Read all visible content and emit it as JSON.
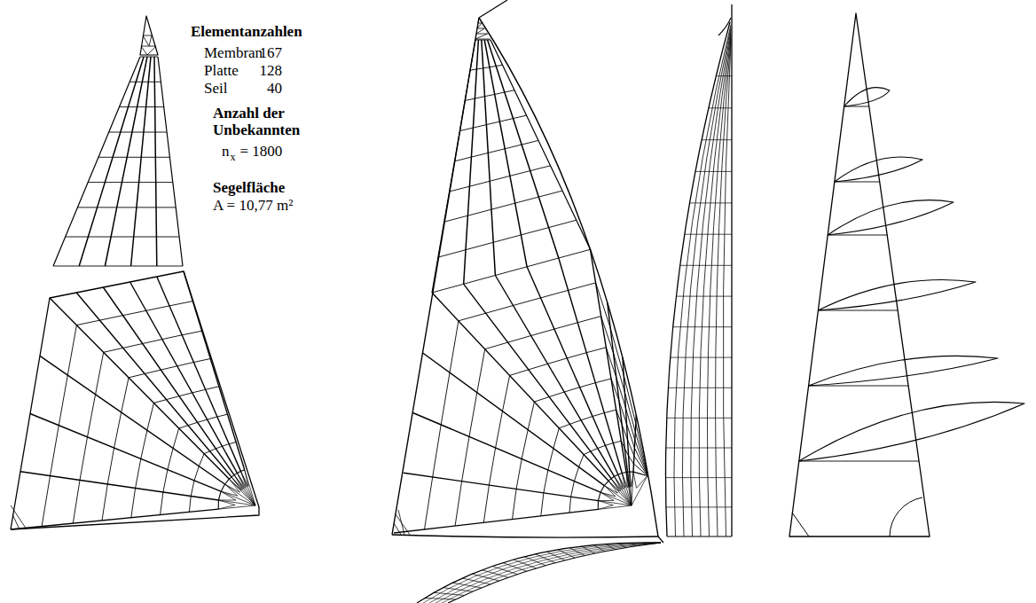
{
  "diagram": {
    "labels": [
      "Elementanzahlen",
      "Membran",
      "167",
      "Platte",
      "128",
      "Seil",
      "40",
      "Anzahl der Unbekannten",
      "n",
      "x",
      "= 1800",
      "Segelfläche",
      "A = 10,77 m²"
    ]
  }
}
